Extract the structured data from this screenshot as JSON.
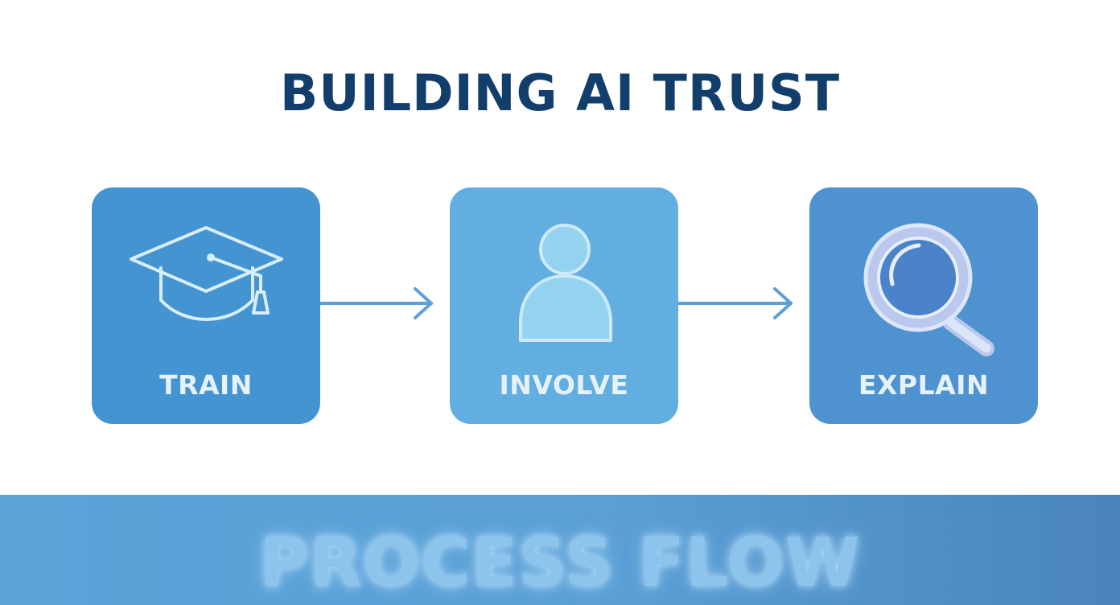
{
  "title": "BUILDING AI TRUST",
  "steps": [
    {
      "label": "TRAIN",
      "icon": "graduation-cap-icon",
      "color": "#4494d2"
    },
    {
      "label": "INVOLVE",
      "icon": "person-icon",
      "color": "#62aee0"
    },
    {
      "label": "EXPLAIN",
      "icon": "magnifying-glass-icon",
      "color": "#4f92d0"
    }
  ],
  "footer": {
    "text": "PROCESS FLOW"
  },
  "colors": {
    "title": "#123e6b",
    "arrow": "#5f9fd8",
    "icon_line": "#d8edfa",
    "footer": "#5a9fd6"
  }
}
